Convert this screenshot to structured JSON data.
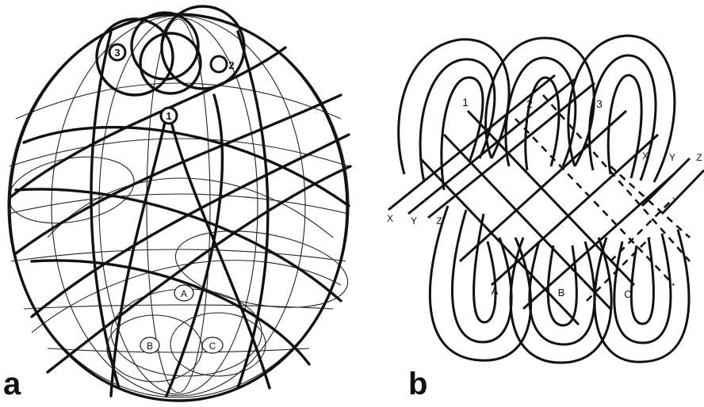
{
  "figure_a": {
    "panel_label": "a",
    "upper_labels": [
      "1",
      "2",
      "3"
    ],
    "lower_labels": [
      "A",
      "B",
      "C"
    ]
  },
  "figure_b": {
    "panel_label": "b",
    "loop_labels_top": [
      "1",
      "2",
      "3"
    ],
    "loop_labels_bottom": [
      "A",
      "B",
      "C"
    ],
    "strand_ends_left": [
      "X",
      "Y",
      "Z"
    ],
    "strand_ends_right": [
      "X",
      "Y",
      "Z"
    ]
  }
}
